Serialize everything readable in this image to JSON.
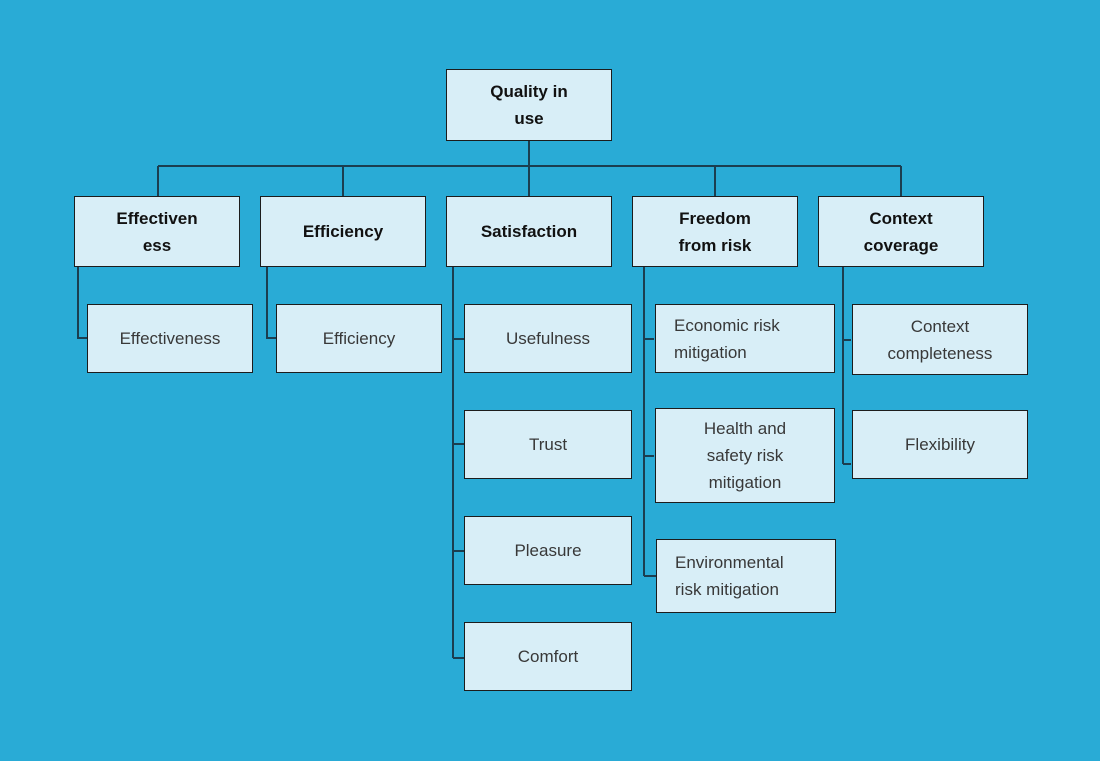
{
  "colors": {
    "background": "#29abd6",
    "node_fill": "#d8eef7",
    "node_border": "#1c1c1c",
    "connector": "#1b3e50",
    "heading_text": "#111111",
    "leaf_text": "#383838"
  },
  "diagram": {
    "title": "Quality in use",
    "root": {
      "label": "Quality in\nuse"
    },
    "branches": [
      {
        "id": "effectiveness",
        "label": "Effectiven\ness",
        "children": [
          {
            "label": "Effectiveness"
          }
        ]
      },
      {
        "id": "efficiency",
        "label": "Efficiency",
        "children": [
          {
            "label": "Efficiency"
          }
        ]
      },
      {
        "id": "satisfaction",
        "label": "Satisfaction",
        "children": [
          {
            "label": "Usefulness"
          },
          {
            "label": "Trust"
          },
          {
            "label": "Pleasure"
          },
          {
            "label": "Comfort"
          }
        ]
      },
      {
        "id": "freedom-from-risk",
        "label": "Freedom\nfrom risk",
        "children": [
          {
            "label": "Economic risk\nmitigation"
          },
          {
            "label": "Health and\nsafety risk\nmitigation"
          },
          {
            "label": "Environmental\nrisk mitigation"
          }
        ]
      },
      {
        "id": "context-coverage",
        "label": "Context\ncoverage",
        "children": [
          {
            "label": "Context\ncompleteness"
          },
          {
            "label": "Flexibility"
          }
        ]
      }
    ]
  }
}
